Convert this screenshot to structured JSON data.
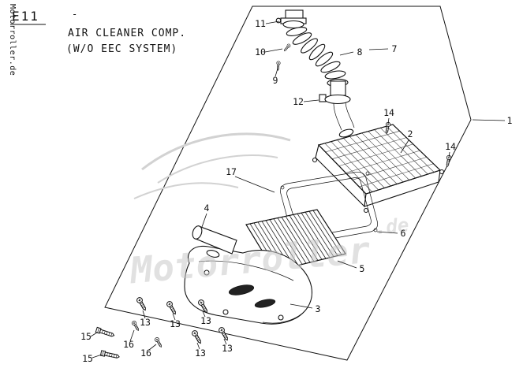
{
  "page": {
    "code": "E11",
    "dash": "-",
    "title": "AIR CLEANER COMP.",
    "subtitle": "(W/O EEC SYSTEM)"
  },
  "watermark": {
    "side": "Motorroller.de",
    "main": "Motorroller",
    "suffix": ".de"
  },
  "colors": {
    "line": "#111111",
    "watermark": "#c9c9c9",
    "background": "#ffffff"
  },
  "callouts": {
    "n1": "1",
    "n2": "2",
    "n3": "3",
    "n4": "4",
    "n5": "5",
    "n6": "6",
    "n7": "7",
    "n8": "8",
    "n9": "9",
    "n10": "10",
    "n11": "11",
    "n12": "12",
    "n13a": "13",
    "n13b": "13",
    "n13c": "13",
    "n13d": "13",
    "n13e": "13",
    "n14a": "14",
    "n14b": "14",
    "n15a": "15",
    "n15b": "15",
    "n16a": "16",
    "n16b": "16",
    "n17": "17"
  }
}
